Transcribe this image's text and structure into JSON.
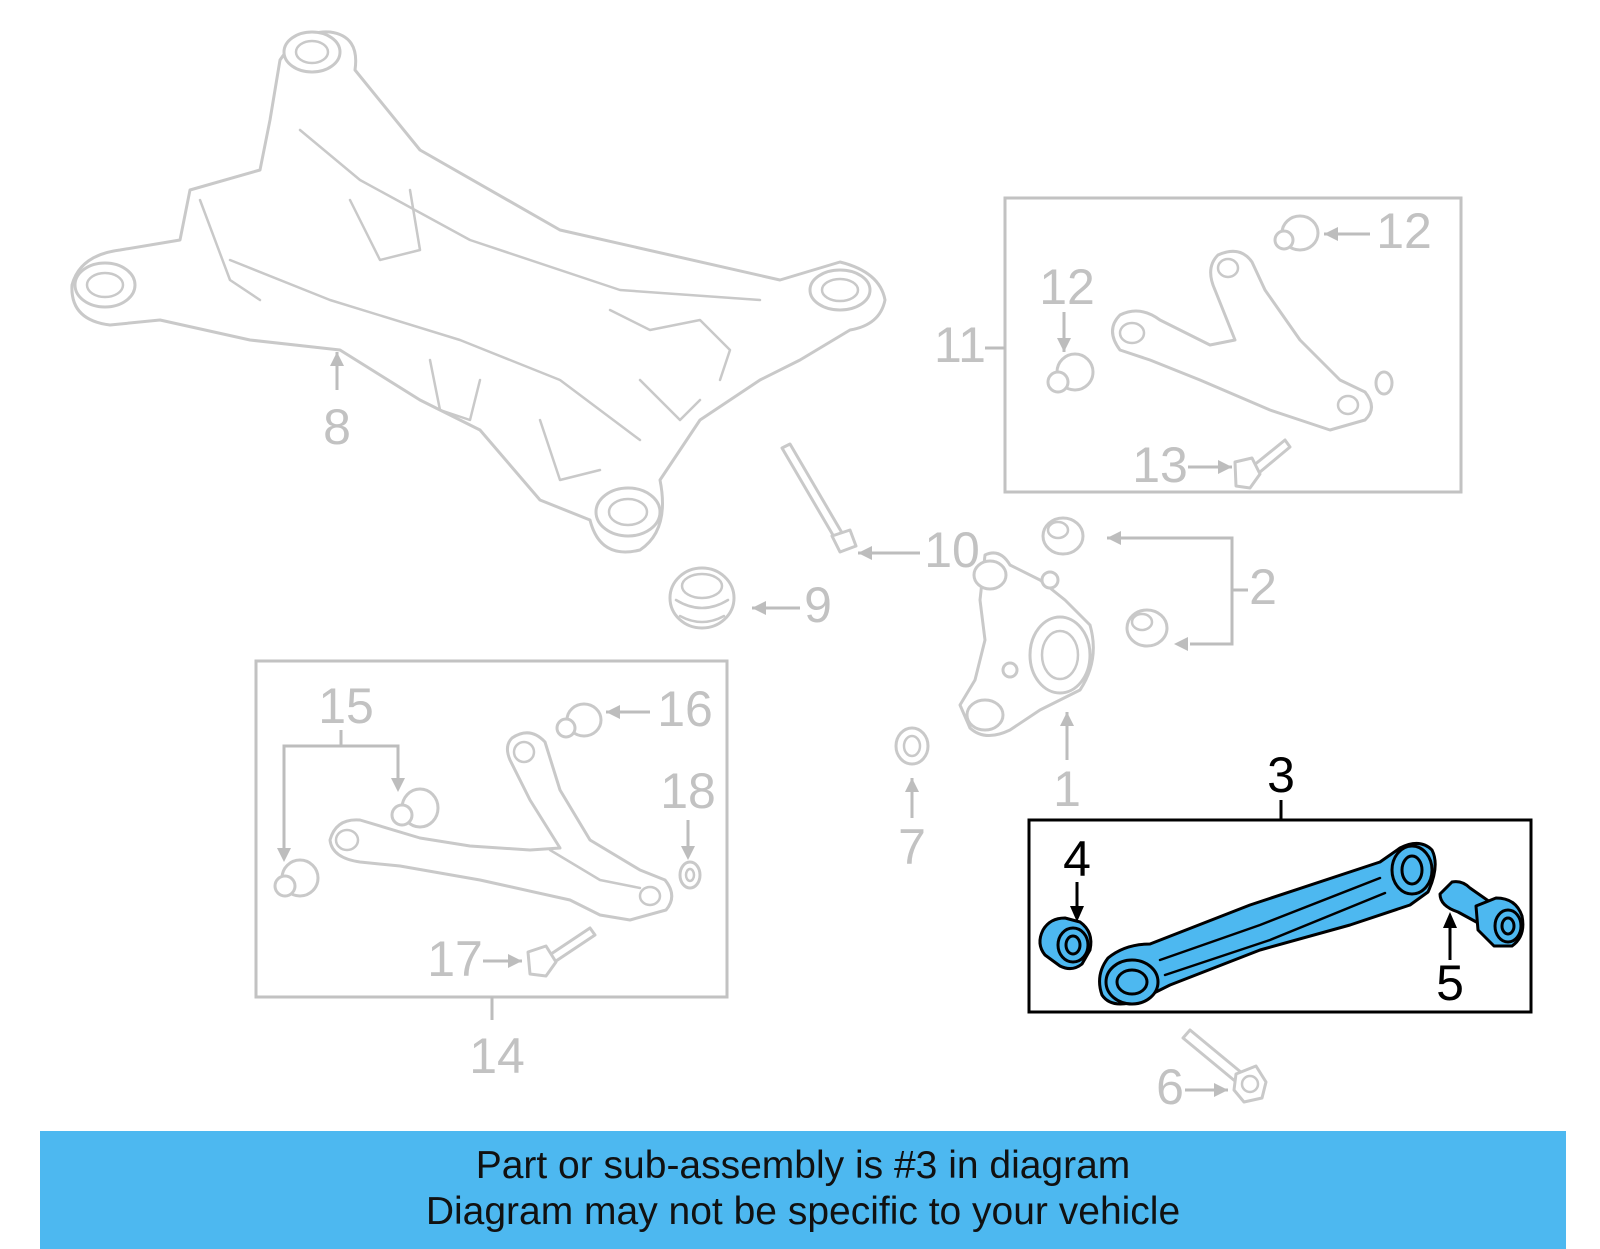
{
  "colors": {
    "highlight": "#4db8f0",
    "banner_bg": "#4db8f0",
    "inactive_part": "#c9c9c9",
    "active_outline": "#000000"
  },
  "callouts": {
    "c1": "1",
    "c2": "2",
    "c3": "3",
    "c4": "4",
    "c5": "5",
    "c6": "6",
    "c7": "7",
    "c8": "8",
    "c9": "9",
    "c10": "10",
    "c11": "11",
    "c12a": "12",
    "c12b": "12",
    "c13": "13",
    "c14": "14",
    "c15": "15",
    "c16": "16",
    "c17": "17",
    "c18": "18"
  },
  "highlighted_part": "3",
  "banner": {
    "line1": "Part or sub-assembly is #3 in diagram",
    "line2": "Diagram may not be specific to your vehicle"
  }
}
